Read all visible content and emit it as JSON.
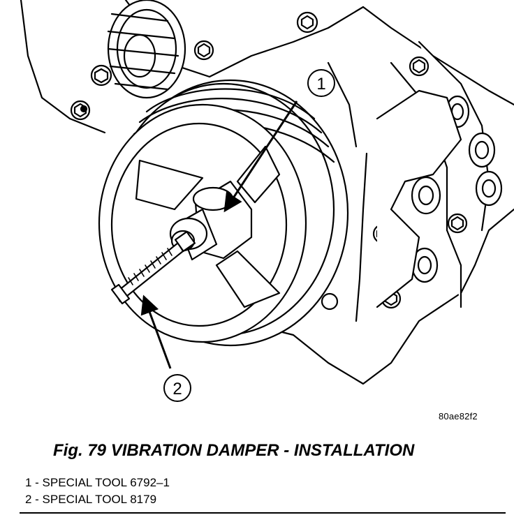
{
  "figure": {
    "code": "80ae82f2",
    "caption": "Fig. 79 VIBRATION DAMPER - INSTALLATION"
  },
  "callouts": [
    {
      "number": "1"
    },
    {
      "number": "2"
    }
  ],
  "legend": [
    {
      "text": "1 - SPECIAL TOOL 6792–1"
    },
    {
      "text": "2 - SPECIAL TOOL 8179"
    }
  ]
}
